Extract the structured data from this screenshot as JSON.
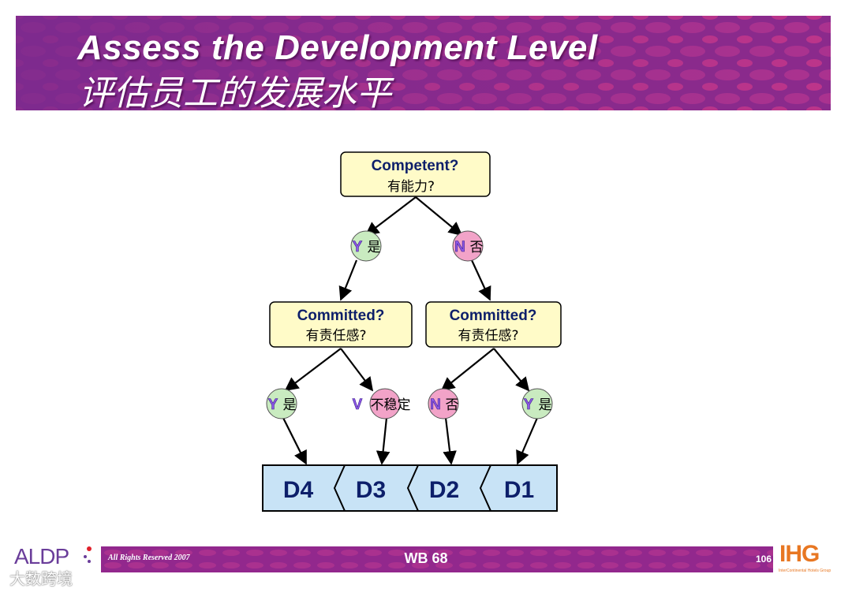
{
  "header": {
    "title_en": "Assess the Development Level",
    "title_zh": "评估员工的发展水平"
  },
  "tree": {
    "root": {
      "en": "Competent?",
      "zh": "有能力?"
    },
    "left_committed": {
      "en": "Committed?",
      "zh": "有责任感?"
    },
    "right_committed": {
      "en": "Committed?",
      "zh": "有责任感?"
    },
    "answers": {
      "root_yes": {
        "letter": "Y",
        "text": "是"
      },
      "root_no": {
        "letter": "N",
        "text": "否"
      },
      "left_yes": {
        "letter": "Y",
        "text": "是"
      },
      "left_variable": {
        "letter": "V",
        "text": "不稳定"
      },
      "right_no": {
        "letter": "N",
        "text": "否"
      },
      "right_yes": {
        "letter": "Y",
        "text": "是"
      }
    },
    "levels": [
      "D4",
      "D3",
      "D2",
      "D1"
    ]
  },
  "colors": {
    "yes": "#c9ebc0",
    "no": "#f2a3c8",
    "question_box": "#fffbc8",
    "level_box": "#c8e3f6",
    "banner": "#8d2a8c"
  },
  "footer": {
    "logo_left": "ALDP",
    "rights": "All Rights Reserved 2007",
    "workbook": "WB 68",
    "page": "106",
    "logo_right": "IHG",
    "logo_right_sub": "InterContinental Hotels Group",
    "watermark": "大数跨境"
  }
}
